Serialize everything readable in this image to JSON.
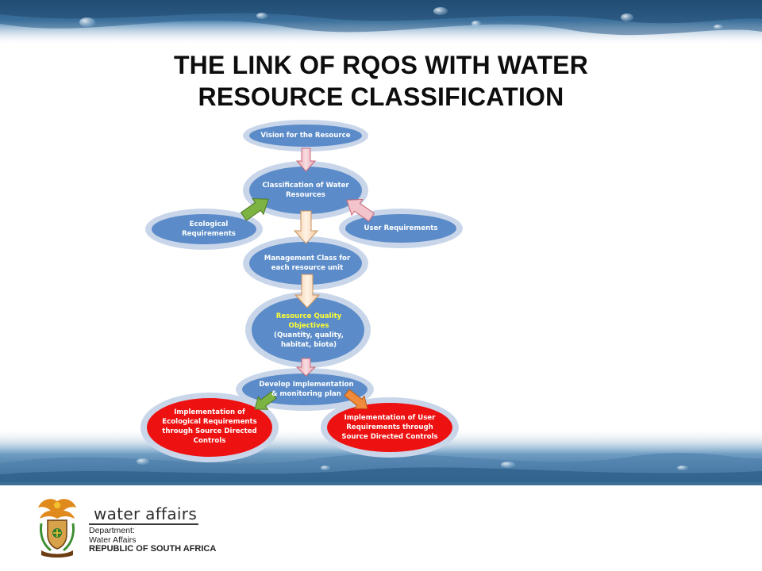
{
  "slide": {
    "title_line1": "THE LINK OF RQOS WITH WATER",
    "title_line2": "RESOURCE CLASSIFICATION"
  },
  "diagram": {
    "nodes": {
      "vision": "Vision for the Resource",
      "classification_line1": "Classification of Water",
      "classification_line2": "Resources",
      "ecological_line1": "Ecological",
      "ecological_line2": "Requirements",
      "user": "User Requirements",
      "management_line1": "Management Class for",
      "management_line2": "each resource unit",
      "rqo_line1": "Resource Quality",
      "rqo_line2": "Objectives",
      "rqo_line3": "(Quantity, quality,",
      "rqo_line4": "habitat, biota)",
      "develop_line1": "Develop Implementation",
      "develop_line2": "& monitoring plan",
      "impl_eco_line1": "Implementation of",
      "impl_eco_line2": "Ecological Requirements",
      "impl_eco_line3": "through Source Directed",
      "impl_eco_line4": "Controls",
      "impl_user_line1": "Implementation of User",
      "impl_user_line2": "Requirements through",
      "impl_user_line3": "Source Directed Controls"
    }
  },
  "footer": {
    "brand_name": "water affairs",
    "line1": "Department:",
    "line2": "Water Affairs",
    "line3": "REPUBLIC OF SOUTH AFRICA"
  },
  "colors": {
    "node_blue": "#5b8cc9",
    "node_ring": "#c9d6ea",
    "node_red": "#ee1111",
    "rqo_title": "#ffff33",
    "arrow_pink": "#e8a4ae",
    "arrow_green": "#7cb342",
    "arrow_orange": "#f08a3c",
    "water_blue": "#3d6f98"
  },
  "icons": {
    "logo": "south-africa-coat-of-arms-icon"
  }
}
